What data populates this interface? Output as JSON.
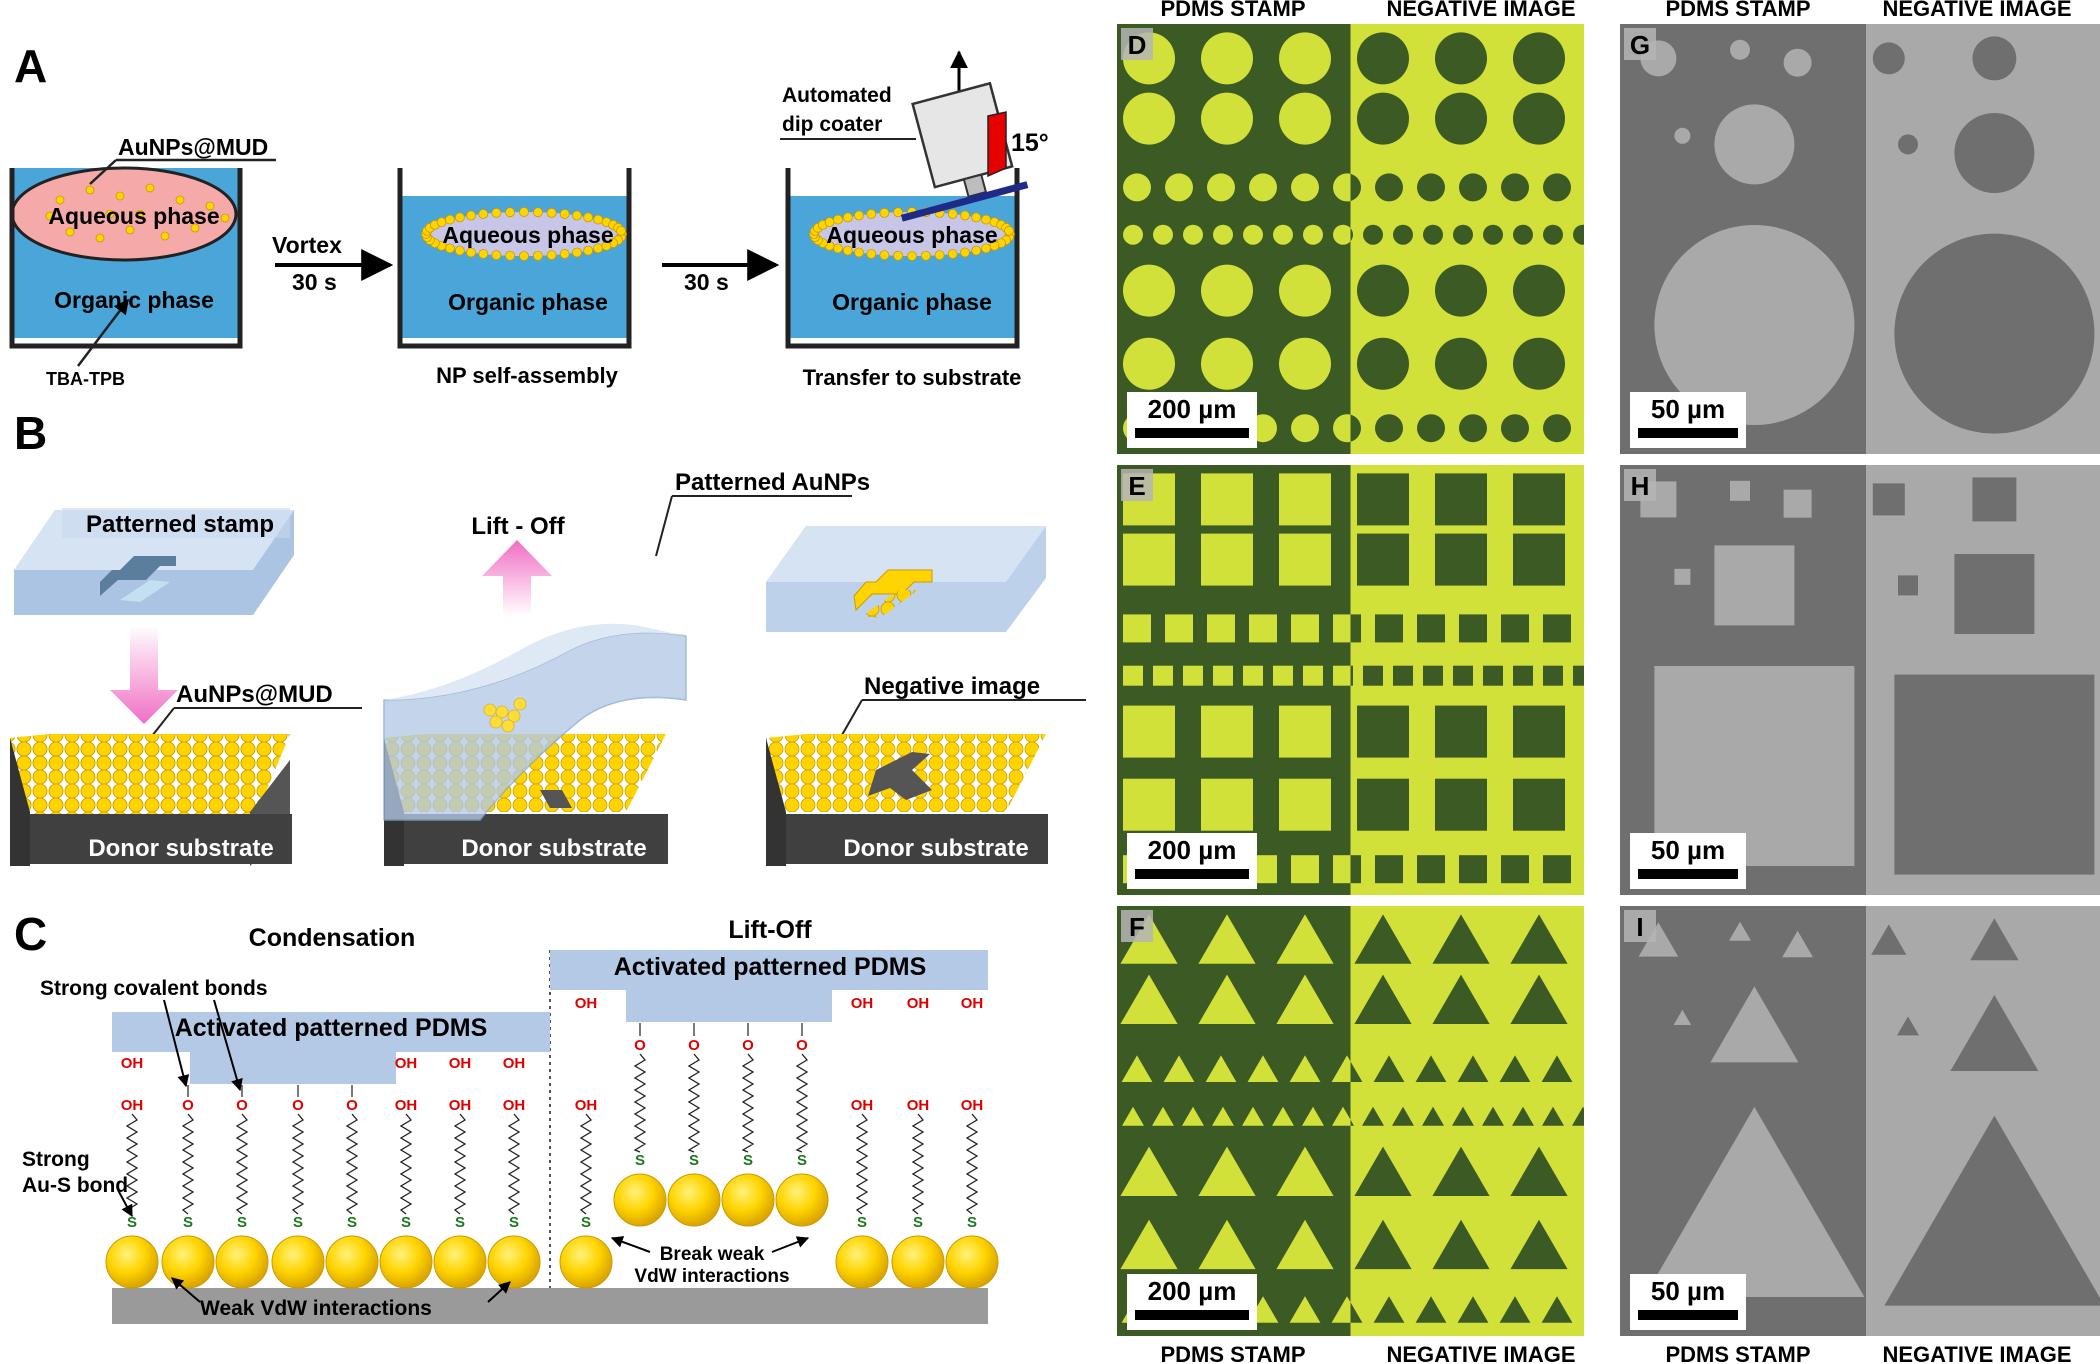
{
  "panel_a": {
    "letter": "A",
    "nanoparticles_label": "AuNPs@MUD",
    "aqueous_phase": "Aqueous phase",
    "organic_phase": "Organic phase",
    "tba_label": "TBA-TPB",
    "vortex": "Vortex",
    "time1": "30 s",
    "time2": "30 s",
    "dip_coater_line1": "Automated",
    "dip_coater_line2": "dip coater",
    "angle": "15°",
    "caption1": "NP self-assembly",
    "caption2": "Transfer to substrate"
  },
  "panel_b": {
    "letter": "B",
    "patterned_stamp": "Patterned stamp",
    "nanoparticles_label": "AuNPs@MUD",
    "lift_off": "Lift - Off",
    "patterned_aunps": "Patterned AuNPs",
    "negative_image": "Negative image",
    "donor_substrate": "Donor substrate"
  },
  "panel_c": {
    "letter": "C",
    "condensation": "Condensation",
    "lift_off": "Lift-Off",
    "pdms_label": "Activated patterned PDMS",
    "covalent_bonds": "Strong covalent bonds",
    "ausbond_line1": "Strong",
    "ausbond_line2": "Au-S bond",
    "weak_vdw": "Weak VdW interactions",
    "break_line1": "Break weak",
    "break_line2": "VdW interactions",
    "oh": "OH",
    "o": "O",
    "s": "S"
  },
  "micrographs": {
    "header_stamp": "PDMS STAMP",
    "header_negative": "NEGATIVE IMAGE",
    "panels": [
      {
        "letter": "D",
        "scale": "200 µm",
        "shape": "circle",
        "mode": "optical"
      },
      {
        "letter": "E",
        "scale": "200 µm",
        "shape": "square",
        "mode": "optical"
      },
      {
        "letter": "F",
        "scale": "200 µm",
        "shape": "triangle",
        "mode": "optical"
      },
      {
        "letter": "G",
        "scale": "50 µm",
        "shape": "circle",
        "mode": "sem"
      },
      {
        "letter": "H",
        "scale": "50 µm",
        "shape": "square",
        "mode": "sem"
      },
      {
        "letter": "I",
        "scale": "50 µm",
        "shape": "triangle",
        "mode": "sem"
      }
    ]
  },
  "colors": {
    "organic_blue": "#4aa6d8",
    "aqueous_pink": "#f5a9a9",
    "aqueous_lavender": "#c7c6e6",
    "gold": "#ffd400",
    "pdms_blue": "#b3c9e6",
    "arrow_pink": "#f06ec4",
    "oh_red": "#e00000",
    "s_green": "#1c7a1c",
    "optical_green": "#3c5a24",
    "optical_yellow": "#d2e03a",
    "sem_light": "#a9a9a9",
    "sem_dark": "#6f6f6f"
  }
}
